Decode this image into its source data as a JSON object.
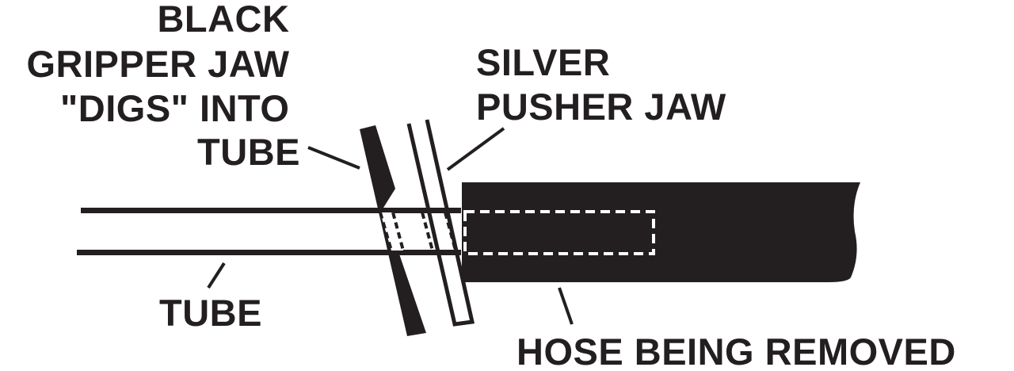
{
  "diagram": {
    "colors": {
      "ink": "#231f20",
      "paper": "#ffffff"
    },
    "labels": {
      "gripper_jaw": {
        "line1": "BLACK",
        "line2": "GRIPPER JAW",
        "line3": "\"DIGS\" INTO",
        "line4": "TUBE"
      },
      "pusher_jaw": {
        "line1": "SILVER",
        "line2": "PUSHER JAW"
      },
      "tube": "TUBE",
      "hose": "HOSE BEING REMOVED"
    }
  }
}
